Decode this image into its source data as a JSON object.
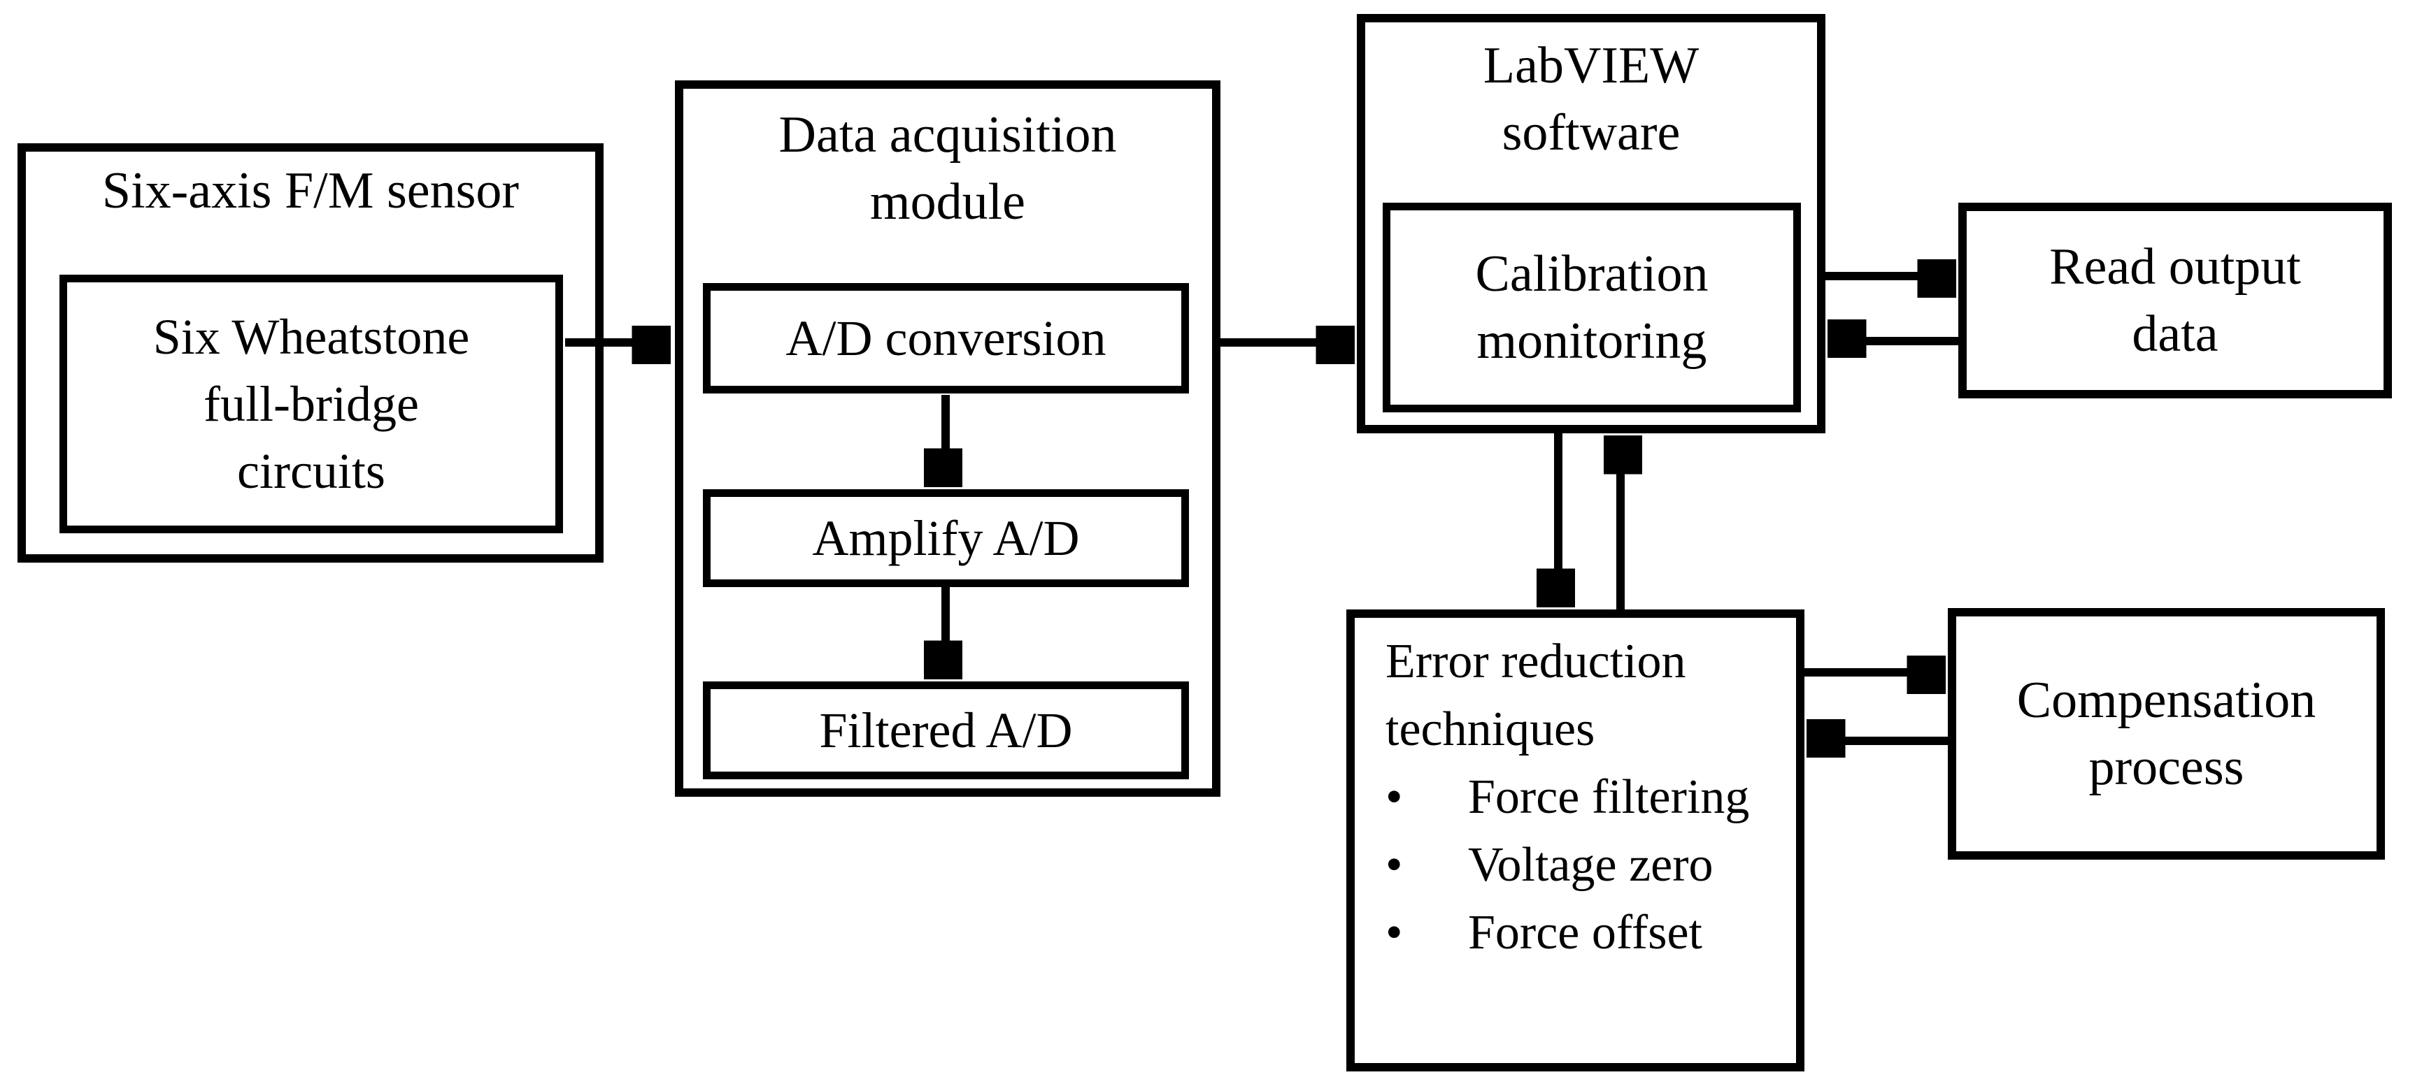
{
  "colors": {
    "background": "#ffffff",
    "box_fill": "#ffffff",
    "border": "#000000",
    "text": "#000000"
  },
  "sensor": {
    "title": "Six-axis F/M sensor",
    "inner_lines": [
      "Six Wheatstone",
      "full-bridge",
      "circuits"
    ]
  },
  "daq": {
    "title_lines": [
      "Data acquisition",
      "module"
    ],
    "steps": [
      "A/D conversion",
      "Amplify A/D",
      "Filtered A/D"
    ]
  },
  "labview": {
    "title_lines": [
      "LabVIEW",
      "software"
    ],
    "inner_lines": [
      "Calibration",
      "monitoring"
    ]
  },
  "read_output": {
    "lines": [
      "Read output",
      "data"
    ]
  },
  "error_box": {
    "title_lines": [
      "Error reduction",
      "techniques"
    ],
    "bullet_char": "•",
    "bullets": [
      "Force filtering",
      "Voltage zero",
      "Force offset"
    ]
  },
  "compensation": {
    "lines": [
      "Compensation",
      "process"
    ]
  },
  "arrows": [
    {
      "from": "six-axis-fm-sensor",
      "to": "data-acquisition-module",
      "direction": "right"
    },
    {
      "from": "ad-conversion",
      "to": "amplify-ad",
      "direction": "down"
    },
    {
      "from": "amplify-ad",
      "to": "filtered-ad",
      "direction": "down"
    },
    {
      "from": "data-acquisition-module",
      "to": "labview-software",
      "direction": "right"
    },
    {
      "from": "labview-software",
      "to": "read-output-data",
      "direction": "right"
    },
    {
      "from": "read-output-data",
      "to": "labview-software",
      "direction": "left"
    },
    {
      "from": "labview-software",
      "to": "error-reduction-techniques",
      "direction": "down"
    },
    {
      "from": "error-reduction-techniques",
      "to": "labview-software",
      "direction": "up"
    },
    {
      "from": "error-reduction-techniques",
      "to": "compensation-process",
      "direction": "right"
    },
    {
      "from": "compensation-process",
      "to": "error-reduction-techniques",
      "direction": "left"
    }
  ]
}
